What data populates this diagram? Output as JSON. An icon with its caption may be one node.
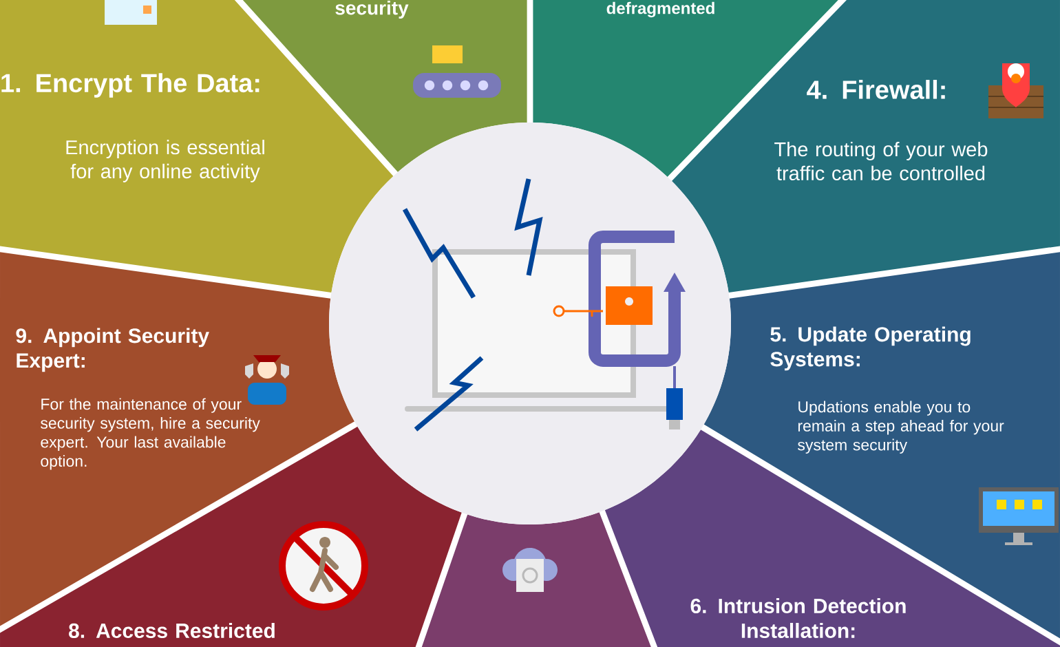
{
  "diagram": {
    "nodes": [
      {
        "text": [
          "1. Encrypt The Data:",
          "Encryption is essential for any online activity"
        ]
      },
      {
        "text": [
          "security"
        ]
      },
      {
        "text": [
          "defragmented"
        ]
      },
      {
        "text": [
          "4. Firewall:",
          "The routing of your web traffic can be controlled"
        ]
      },
      {
        "text": [
          "5. Update Operating Systems:",
          "Updations enable you to remain a step ahead for your system security"
        ]
      },
      {
        "text": [
          "6. Intrusion Detection Installation:"
        ]
      },
      {
        "text": [],
        "shape": "wedge"
      },
      {
        "text": [
          "8. Access Restricted"
        ]
      },
      {
        "text": [
          "9. Appoint Security Expert:",
          "For the maintenance of your security system, hire a security expert. Your last available option."
        ]
      },
      {
        "text": [],
        "shape": "picture"
      }
    ]
  }
}
